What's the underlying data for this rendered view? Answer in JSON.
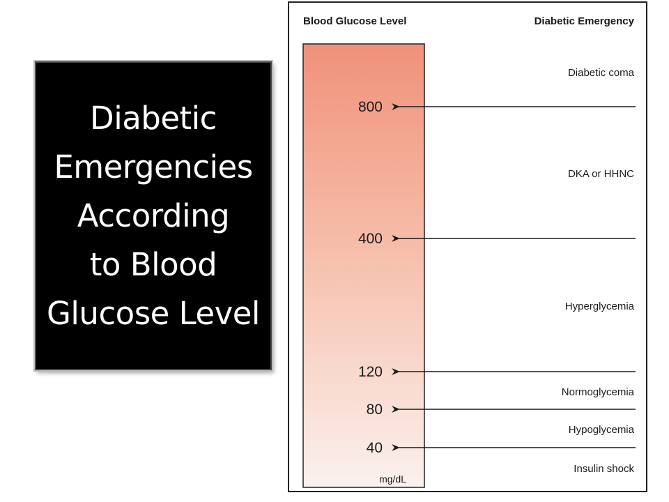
{
  "slide": {
    "title": "Diabetic\nEmergencies\nAccording\nto Blood\nGlucose Level"
  },
  "figure": {
    "column_headers": {
      "left": "Blood Glucose Level",
      "right": "Diabetic Emergency"
    },
    "unit": "mg/dL",
    "colors": {
      "bar_top": "#f0917a",
      "bar_bottom": "#fbf1ee",
      "line": "#1a1a1a"
    },
    "thresholds": [
      {
        "value": 800,
        "label": "800"
      },
      {
        "value": 400,
        "label": "400"
      },
      {
        "value": 120,
        "label": "120"
      },
      {
        "value": 80,
        "label": "80"
      },
      {
        "value": 40,
        "label": "40"
      }
    ],
    "emergencies": [
      {
        "label": "Diabetic coma",
        "range": "above 800"
      },
      {
        "label": "DKA or HHNC",
        "range": "400-800"
      },
      {
        "label": "Hyperglycemia",
        "range": "120-400"
      },
      {
        "label": "Normoglycemia",
        "range": "80-120"
      },
      {
        "label": "Hypoglycemia",
        "range": "40-80"
      },
      {
        "label": "Insulin shock",
        "range": "below 40"
      }
    ]
  }
}
